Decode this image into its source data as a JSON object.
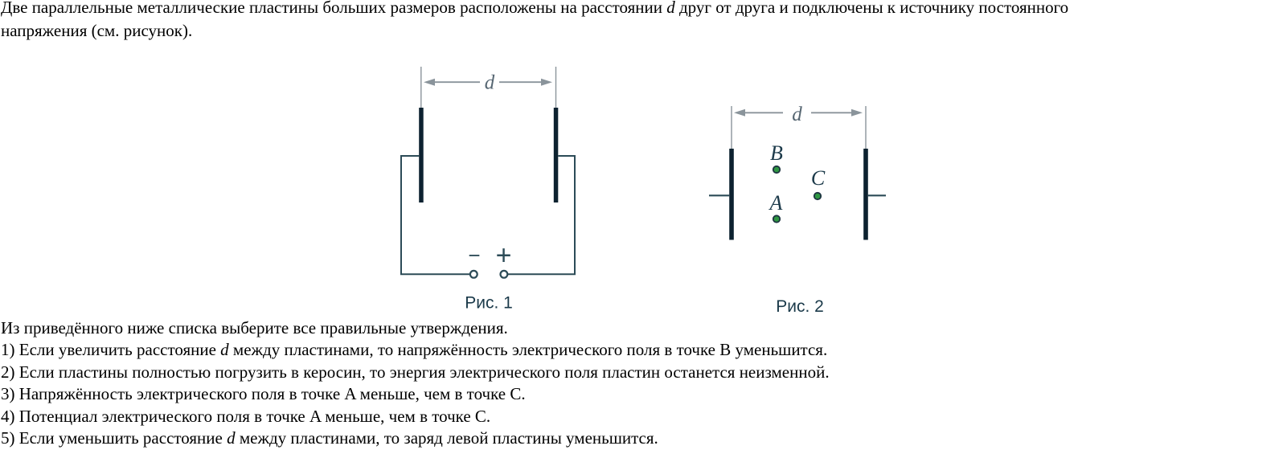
{
  "colors": {
    "text": "#000000",
    "plate": "#0d2230",
    "wire": "#2c4b57",
    "gray": "#8a949b",
    "dim_label": "#566672",
    "point_green": "#2f9743",
    "point_ring": "#1d3440",
    "label_ink": "#1c3a4a",
    "caption_ink": "#1b3a4a",
    "terminal_fill": "#ffffff"
  },
  "intro": {
    "line1_pre": "Две параллельные металлические пластины больших размеров расположены на расстоянии ",
    "line1_d": "d",
    "line1_post": " друг от друга и подключены к источнику постоянного",
    "line2": "напряжения (см. рисунок)."
  },
  "figure1": {
    "caption": "Рис. 1",
    "distance_label": "d",
    "minus_sign": "−",
    "plus_sign": "+"
  },
  "figure2": {
    "caption": "Рис. 2",
    "distance_label": "d",
    "points": [
      {
        "label": "B"
      },
      {
        "label": "C"
      },
      {
        "label": "A"
      }
    ]
  },
  "statements": {
    "prompt": "Из приведённого ниже списка выберите все правильные утверждения.",
    "items": [
      {
        "pre": "1) Если увеличить расстояние ",
        "d": "d",
        "post": " между пластинами, то напряжённость электрического поля в точке B уменьшится."
      },
      {
        "pre": "2) Если пластины полностью погрузить в керосин, то энергия электрического поля пластин останется неизменной.",
        "d": "",
        "post": ""
      },
      {
        "pre": "3) Напряжённость электрического поля в точке A меньше, чем в точке C.",
        "d": "",
        "post": ""
      },
      {
        "pre": "4) Потенциал электрического поля в точке A меньше, чем в точке C.",
        "d": "",
        "post": ""
      },
      {
        "pre": "5) Если уменьшить расстояние ",
        "d": "d",
        "post": " между пластинами, то заряд левой пластины уменьшится."
      }
    ]
  }
}
